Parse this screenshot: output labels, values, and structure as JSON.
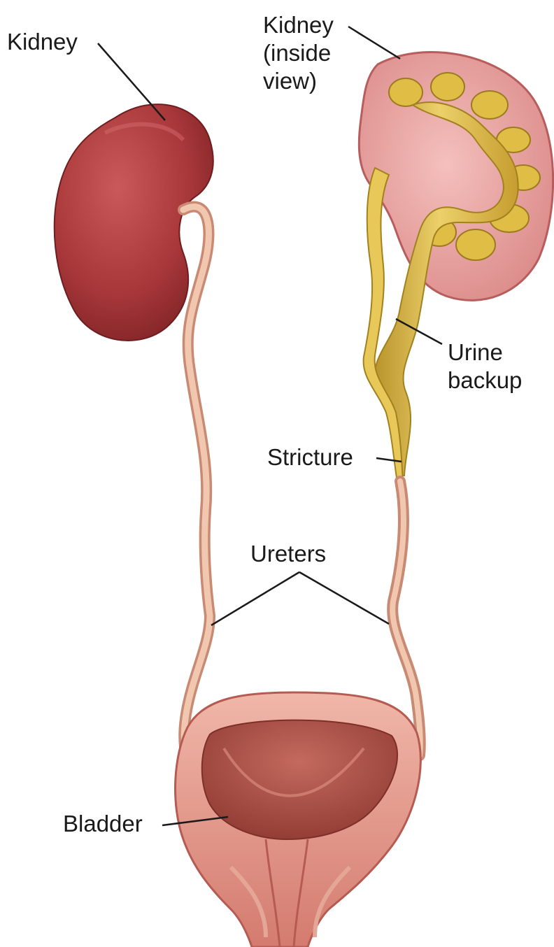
{
  "labels": {
    "kidney": "Kidney",
    "kidney_inside_view": [
      "Kidney",
      "(inside",
      "view)"
    ],
    "urine_backup": [
      "Urine",
      "backup"
    ],
    "stricture": "Stricture",
    "ureters": "Ureters",
    "bladder": "Bladder"
  },
  "colors": {
    "kidney": "#a8373a",
    "kidney_cortex": "#e9a5a4",
    "urine": "#e0be45",
    "ureter": "#e8b49a",
    "bladder_wall": "#d77f73",
    "bladder_inner": "#a84a42",
    "leader_line": "#1a1a1a"
  }
}
